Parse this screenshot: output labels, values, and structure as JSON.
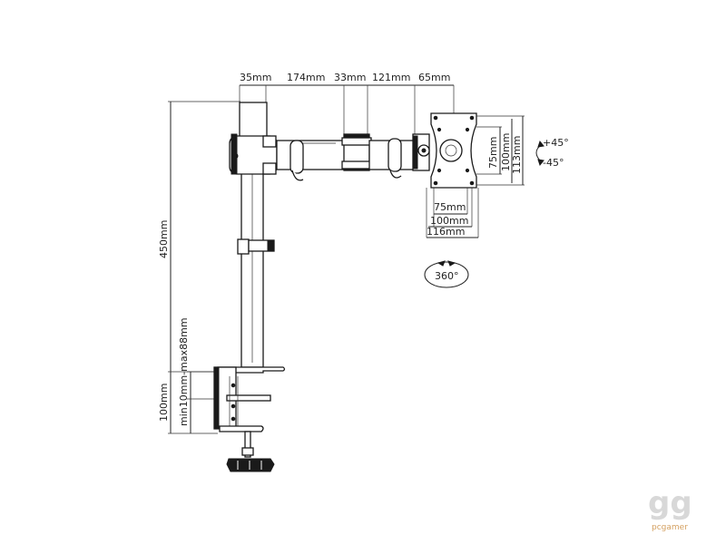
{
  "top_dimensions": {
    "d1": "35mm",
    "d2": "174mm",
    "d3": "33mm",
    "d4": "121mm",
    "d5": "65mm"
  },
  "left_dimensions": {
    "height": "450mm",
    "clamp_range": "min10mm-max88mm",
    "clamp_height": "100mm"
  },
  "vesa_dimensions": {
    "h75": "75mm",
    "h100": "100mm",
    "h116": "116mm",
    "v75": "75mm",
    "v100": "100mm",
    "v113": "113mm"
  },
  "tilt": {
    "up": "+45°",
    "down": "-45°"
  },
  "rotation": {
    "label": "360°"
  },
  "watermark": {
    "logo": "gg",
    "text": "pcgamer"
  }
}
